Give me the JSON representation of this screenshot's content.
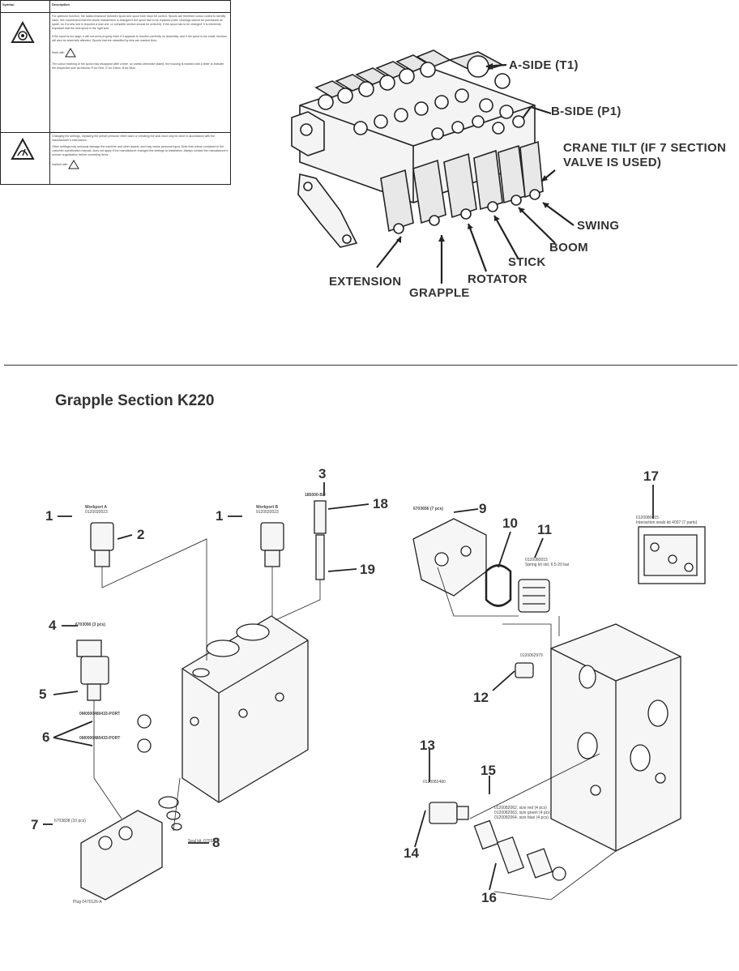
{
  "symbol_table": {
    "col_symbol": "Symbol",
    "col_description": "Description",
    "row1": {
      "icon": "spool-warning-icon",
      "text1": "For optimum function, the radial clearance between spool and spool bore must be correct. Spools are therefore colour coded to identify sizes. We recommend that the whole mainsection is changed if the spool has to be replaced (note: bearings cannot be purchased as spare, so if a new one is required a new one, or complete section should be ordered). If the spool has to be changed, it is extremely important that the new spool is the right size.",
      "text2": "If the spool is too large, it will not work properly even if it appears to function perfectly on assembly, and if the spool is too small, function will also be adversely affected. Spools that are classified by size are marked thus:",
      "mark_label": "Mark with",
      "text3": "The colour marking of the spool may disappear after a time, so unless otherwise stated, the housing is marked with a letter to indicate the respective size as follows: R for Red, G for Green, B for Blue."
    },
    "row2": {
      "icon": "settings-warning-icon",
      "text1": "Changing the settings, replacing the preset pressure relief valve or breaking the seal must only be done in accordance with the manufacturer's instructions.",
      "text2": "Other settings may seriously damage the machine and other assets, and may cause personal injury. Note that unless contained in the customer specification manual, does not apply if the manufacturer changed the settings at installation. Always contact the manufacturer's service organisation before overriding items",
      "mark_label": "marked with"
    }
  },
  "valve_labels": {
    "a_side": "A-SIDE (T1)",
    "b_side": "B-SIDE (P1)",
    "crane_tilt_1": "CRANE TILT (IF 7 SECTION",
    "crane_tilt_2": "VALVE IS USED)",
    "swing": "SWING",
    "boom": "BOOM",
    "stick": "STICK",
    "rotator": "ROTATOR",
    "extension": "EXTENSION",
    "grapple": "GRAPPLE"
  },
  "section_title": "Grapple Section K220",
  "callouts": {
    "c1": "1",
    "c2": "2",
    "c3": "3",
    "c4": "4",
    "c5": "5",
    "c6": "6",
    "c7": "7",
    "c8": "8",
    "c9": "9",
    "c10": "10",
    "c11": "11",
    "c12": "12",
    "c13": "13",
    "c14": "14",
    "c15": "15",
    "c16": "16",
    "c17": "17",
    "c18": "18",
    "c19": "19"
  },
  "part_text": {
    "workport_a": "Workport A",
    "workport_a_no": "0120020023",
    "workport_b": "Workport B",
    "workport_b_no": "0120020023",
    "p3_no": "185000-B/F",
    "p9_no": "6703656 (7 pcs)",
    "p11_no": "0120080015",
    "p11_desc": "Spring kit std, 6.5-20 bar",
    "p12_no": "0120062979",
    "p13_no": "0120082480",
    "p15_l1": "0120082062, size red (4 pcs)",
    "p15_l2": "0120082063, size green (4 pcs)",
    "p15_l3": "0120082064, size blue (4 pcs)",
    "p17_no": "0120080015",
    "p17_desc": "Interaction seals kit 4007 (7 parts)",
    "p4_no": "6703090 (3 pcs)",
    "p6_l1": "0M0000480433-PORT",
    "p6_l2": "0M0000480433-PORT",
    "p7_no": "6703838 (10 pcs)",
    "p8_desc": "Seal kit, 0703228",
    "plug_label": "Plug 0470126-A"
  },
  "colors": {
    "ink": "#333333",
    "line": "#222222",
    "fill_light": "#f4f4f4",
    "fill_mid": "#d8d8d8"
  }
}
